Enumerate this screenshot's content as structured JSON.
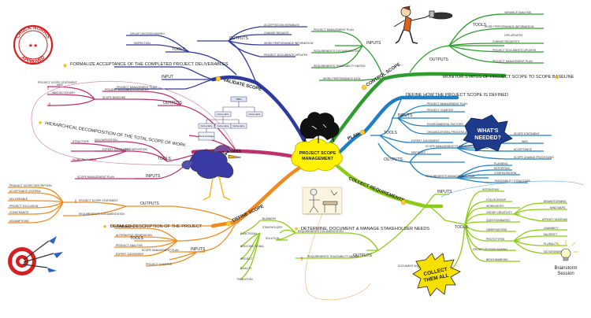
{
  "center": {
    "title": "PROJECT SCOPE MANAGEMENT"
  },
  "validate": {
    "label": "VALIDATE SCOPE",
    "purpose": "FORMALIZE ACCEPTANCE OF THE COMPLETED PROJECT DELIVERABLES",
    "outputs_label": "OUTPUTS",
    "outputs": [
      "ACCEPTED DELIVERABLES",
      "CHANGE REQUEST",
      "WORK PERFORMANCE INFORMATION",
      "PROJECT DOCUMENTS UPDATES"
    ],
    "tools_label": "TOOLS",
    "tools": [
      "INSPECTION",
      "GROUP DECISION MAKING"
    ],
    "inputs_label": "INPUT",
    "inputs": [
      "PROJECT MANAGEMENT PLAN"
    ]
  },
  "control": {
    "label": "CONTROL SCOPE",
    "purpose": "MONITOR STATUS OF PROJECT SCOPE TO SCOPE BASELINE",
    "inputs_label": "INPUTS",
    "inputs": [
      "PROJECT MANAGEMENT PLAN",
      "REQUIREMENTS DOCUMENTATION",
      "REQUIREMENTS TRACEABILITY MATRIX",
      "WORK PERFORMANCE DATA"
    ],
    "tools_label": "TOOLS",
    "tools": [
      "VARIANCE ANALYSIS"
    ],
    "outputs_label": "OUTPUTS",
    "outputs": [
      "WORK PERFORMANCE INFORMATION",
      "CHANGE REQUESTS",
      "PROJECT DOCUMENTS UPDATES",
      "PROJECT MANAGEMENT PLAN",
      "OPA UPDATES"
    ]
  },
  "create_wbs": {
    "label": "CREATE WBS",
    "purpose": "HIERARCHICAL DECOMPOSITION OF THE TOTAL SCOPE OF WORK",
    "outputs_label": "OUTPUTS",
    "outputs": [
      "PROJECT DOCUMENTS UPDATES",
      "SCOPE BASELINE"
    ],
    "outputs_sub": [
      "WBS",
      "WBS DICTIONARY",
      "PROJECT SCOPE STATEMENT"
    ],
    "tools_label": "TOOLS",
    "tools": [
      "DECOMPOSITION",
      "EXPERT JUDGEMENT"
    ],
    "tools_sub": [
      "STRUCTURE",
      "WORK PACKAGES",
      "DECOMPOSITION"
    ],
    "inputs_label": "INPUTS",
    "inputs": [
      "SCOPE MANAGEMENT PLAN"
    ],
    "wbs_boxes": [
      "WBS",
      "Deliverable",
      "Deliverable",
      "Deliverable",
      "Deliverable",
      "Deliverable",
      "Work Package"
    ]
  },
  "plan": {
    "label": "PLAN",
    "purpose": "DEFINE HOW THE PROJECT SCOPE IS DEFINED",
    "inputs_label": "INPUTS",
    "inputs": [
      "PROJECT MANAGEMENT PLAN",
      "PROJECT CHARTER",
      "ENVIRONMENTAL FACTORS",
      "ORGANIZATIONAL PROCESS ASSETS"
    ],
    "tools_label": "TOOLS",
    "tools": [
      "EXPERT JUDGEMENT",
      "MEETINGS"
    ],
    "outputs_label": "OUTPUTS",
    "outputs": [
      "SCOPE MANAGEMENT PLAN",
      "REQUIREMENTS MANAGEMENT PLAN"
    ],
    "outputs_sub": [
      "PROCESS DEFINITION",
      "SCOPE STATEMENT",
      "WBS",
      "ACCEPTANCE",
      "SCOPE CHANGE PROCESSING",
      "PLANNING",
      "REPORTING",
      "CONFIGURATION",
      "TRACEABILITY STRUCTURE"
    ]
  },
  "collect": {
    "label": "COLLECT REQUIREMENTS",
    "purpose": "DETERMINE, DOCUMENT & MANAGE STAKEHOLDER NEEDS",
    "inputs_label": "INPUTS",
    "tools_label": "TOOLS",
    "tools": [
      "INTERVIEWS",
      "FOCUS GROUP",
      "WORKSHOPS",
      "GROUP CREATIVITY",
      "QUESTIONNAIRES",
      "OBSERVATIONS",
      "PROTOTYPES",
      "BENCHMARKING",
      "GROUP DECISION MAKING",
      "DOCUMENT ANALYSIS"
    ],
    "creativity_sub": [
      "BRAINSTORMING",
      "MIND MAPS",
      "AFFINITY DIAGRAM"
    ],
    "decision_sub": [
      "UNANIMITY",
      "MAJORITY",
      "PLURALITY",
      "DICTATORSHIP"
    ],
    "outputs_label": "OUTPUTS",
    "outputs": [
      "REQUIREMENTS DOCUMENTATION",
      "REQUIREMENTS TRACEABILITY MATRIX"
    ],
    "req_sub": [
      "BUSINESS",
      "STAKEHOLDER",
      "SOLUTION",
      "TRANSITION",
      "FUNCTIONAL",
      "NON-FUNCTIONAL",
      "PROJECT",
      "QUALITY"
    ]
  },
  "define": {
    "label": "DEFINE SCOPE",
    "purpose": "DETAILED DESCRIPTION OF THE PROJECT",
    "outputs_label": "OUTPUTS",
    "outputs": [
      "PROJECT SCOPE STATEMENT",
      "REQUIREMENTS DOCUMENTATION"
    ],
    "statement_sub": [
      "PRODUCT SCOPE DESCRIPTION",
      "ACCEPTANCE CRITERIA",
      "DELIVERABLE",
      "PROJECT EXCLUSION",
      "CONSTRAINTS",
      "ASSUMPTIONS"
    ],
    "tools_label": "TOOLS",
    "tools": [
      "WORKSHOPS",
      "ALTERNATIVE GENERATION",
      "PRODUCT ANALYSIS",
      "EXPERT JUDGEMENT"
    ],
    "inputs_label": "INPUTS",
    "inputs": [
      "SCOPE MANAGEMENT PLAN",
      "PROJECT CHARTER"
    ]
  },
  "art": {
    "stamp_top": "CHUCK NORRIS",
    "stamp_bottom": "APPROVED",
    "whats_line1": "WHAT'S",
    "whats_line2": "NEEDED?",
    "collect_line1": "COLLECT",
    "collect_line2": "THEM ALL",
    "brainstorm_line1": "Brainstorm",
    "brainstorm_line2": "Session"
  },
  "colors": {
    "validate": "#2e3b9c",
    "control": "#2e9d2e",
    "create_wbs": "#c0306e",
    "plan": "#1e7fc6",
    "collect": "#8ccc14",
    "define": "#f08a1e",
    "center_fill": "#fff200"
  }
}
